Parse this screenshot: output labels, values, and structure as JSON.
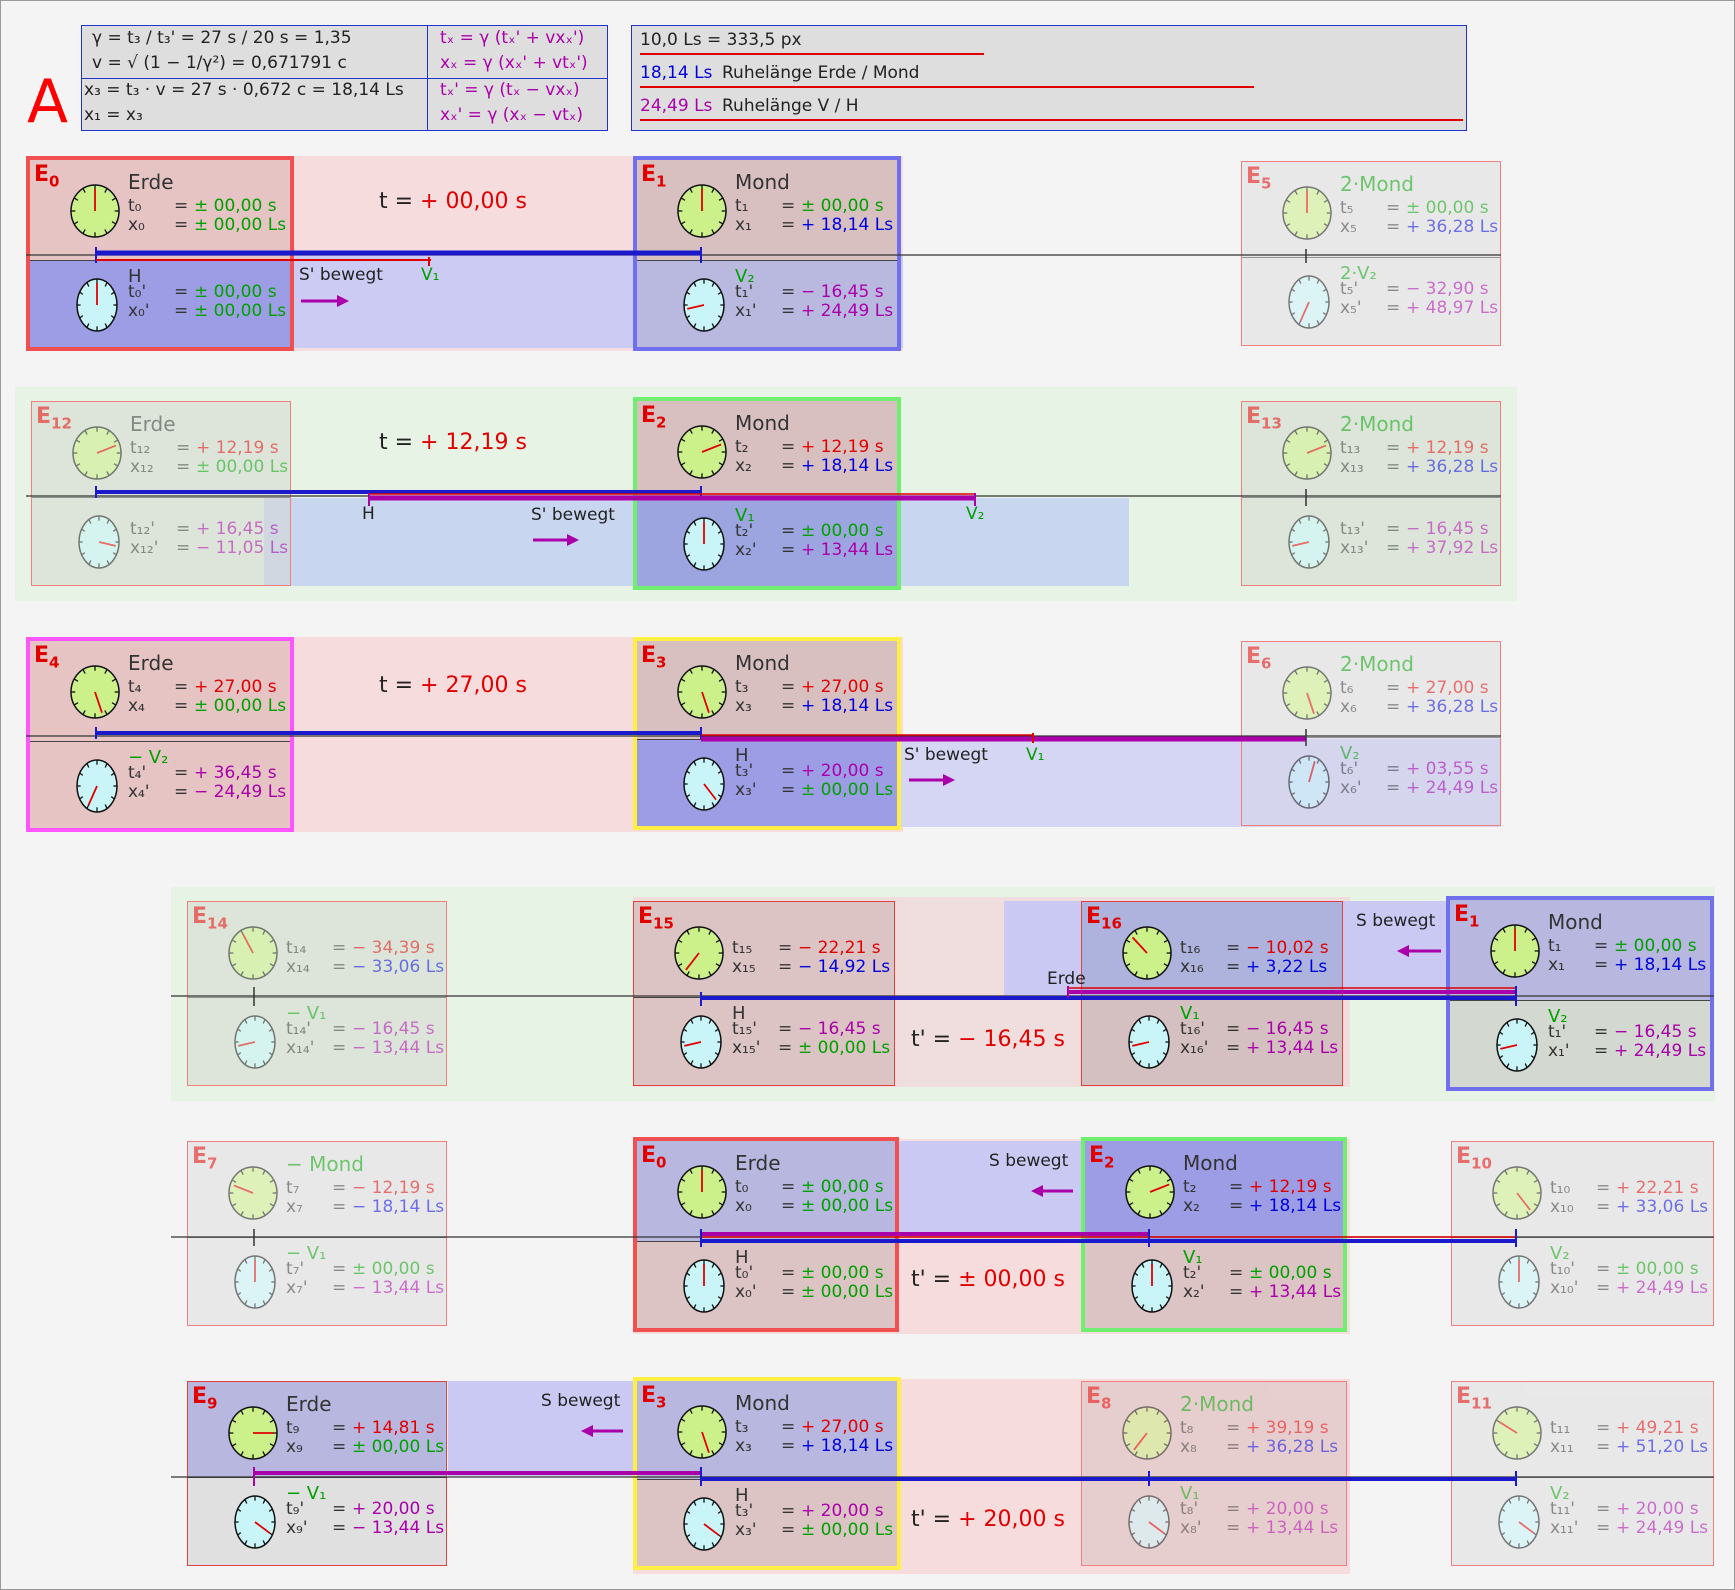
{
  "header": {
    "big_letter": "A",
    "formula_left": [
      "γ = t₃ / t₃' = 27 s / 20 s = 1,35",
      "v = √ (1 − 1/γ²) = 0,671791 c",
      "x₃ = t₃ · v = 27 s · 0,672 c = 18,14 Ls",
      "x₁ = x₃"
    ],
    "formula_right": [
      "tₓ = γ (tₓ' + vxₓ')",
      "xₓ = γ (xₓ' + vtₓ')",
      "tₓ' = γ (tₓ − vxₓ)",
      "xₓ' = γ (xₓ − vtₓ)"
    ],
    "scale": "10,0 Ls = 333,5 px",
    "rest1_val": "18,14 Ls",
    "rest1_lbl": "Ruhelänge Erde / Mond",
    "rest2_val": "24,49 Ls",
    "rest2_lbl": "Ruhelänge V / H"
  },
  "colors": {
    "red": "#e00000",
    "blue": "#0000dd",
    "purple": "#aa00aa",
    "green": "#00a000",
    "clock_top": "#ccf08a",
    "clock_bot": "#c9f5f8"
  },
  "sections": {
    "s1_time": [
      "t = ",
      "+ 00,00 s"
    ],
    "s2_time": [
      "t = ",
      "+ 12,19 s"
    ],
    "s3_time": [
      "t = ",
      "+ 27,00 s"
    ],
    "s4_time": [
      "t' = ",
      "− 16,45 s"
    ],
    "s5_time": [
      "t' = ",
      "± 00,00 s"
    ],
    "s6_time": [
      "t' = ",
      "+ 20,00 s"
    ],
    "s_bewegt": "S' bewegt",
    "s_bewegt_unprimed": "S bewegt",
    "label_v1": "V₁",
    "label_v2": "V₂",
    "label_h": "H",
    "label_erde": "Erde"
  },
  "events": [
    {
      "id": "e0a",
      "lbl": "E",
      "sub": "0",
      "title": "Erde",
      "top": [
        "t₀",
        "=",
        "± 00,00 s"
      ],
      "top2": [
        "x₀",
        "=",
        "± 00,00 Ls"
      ],
      "btitle": "H",
      "bot": [
        "t₀'",
        "=",
        "± 00,00 s"
      ],
      "bot2": [
        "x₀'",
        "=",
        "± 00,00 Ls"
      ]
    },
    {
      "id": "e1a",
      "lbl": "E",
      "sub": "1",
      "title": "Mond",
      "top": [
        "t₁",
        "=",
        "± 00,00 s"
      ],
      "top2": [
        "x₁",
        "=",
        "+ 18,14 Ls"
      ],
      "btitle": "V₂",
      "bot": [
        "t₁'",
        "=",
        "− 16,45 s"
      ],
      "bot2": [
        "x₁'",
        "=",
        "+ 24,49 Ls"
      ]
    },
    {
      "id": "e5",
      "lbl": "E",
      "sub": "5",
      "title": "2·Mond",
      "top": [
        "t₅",
        "=",
        "± 00,00 s"
      ],
      "top2": [
        "x₅",
        "=",
        "+ 36,28 Ls"
      ],
      "btitle": "2·V₂",
      "bot": [
        "t₅'",
        "=",
        "− 32,90 s"
      ],
      "bot2": [
        "x₅'",
        "=",
        "+ 48,97 Ls"
      ]
    },
    {
      "id": "e12",
      "lbl": "E",
      "sub": "12",
      "title": "Erde",
      "top": [
        "t₁₂",
        "=",
        "+ 12,19 s"
      ],
      "top2": [
        "x₁₂",
        "=",
        "± 00,00 Ls"
      ],
      "btitle": "",
      "bot": [
        "t₁₂'",
        "=",
        "+ 16,45 s"
      ],
      "bot2": [
        "x₁₂'",
        "=",
        "− 11,05 Ls"
      ]
    },
    {
      "id": "e2a",
      "lbl": "E",
      "sub": "2",
      "title": "Mond",
      "top": [
        "t₂",
        "=",
        "+ 12,19 s"
      ],
      "top2": [
        "x₂",
        "=",
        "+ 18,14 Ls"
      ],
      "btitle": "V₁",
      "bot": [
        "t₂'",
        "=",
        "± 00,00 s"
      ],
      "bot2": [
        "x₂'",
        "=",
        "+ 13,44 Ls"
      ]
    },
    {
      "id": "e13",
      "lbl": "E",
      "sub": "13",
      "title": "2·Mond",
      "top": [
        "t₁₃",
        "=",
        "+ 12,19 s"
      ],
      "top2": [
        "x₁₃",
        "=",
        "+ 36,28 Ls"
      ],
      "btitle": "",
      "bot": [
        "t₁₃'",
        "=",
        "− 16,45 s"
      ],
      "bot2": [
        "x₁₃'",
        "=",
        "+ 37,92 Ls"
      ]
    },
    {
      "id": "e4",
      "lbl": "E",
      "sub": "4",
      "title": "Erde",
      "top": [
        "t₄",
        "=",
        "+ 27,00 s"
      ],
      "top2": [
        "x₄",
        "=",
        "± 00,00 Ls"
      ],
      "btitle": "−  V₂",
      "bot": [
        "t₄'",
        "=",
        "+ 36,45 s"
      ],
      "bot2": [
        "x₄'",
        "=",
        "− 24,49 Ls"
      ]
    },
    {
      "id": "e3a",
      "lbl": "E",
      "sub": "3",
      "title": "Mond",
      "top": [
        "t₃",
        "=",
        "+ 27,00 s"
      ],
      "top2": [
        "x₃",
        "=",
        "+ 18,14 Ls"
      ],
      "btitle": "H",
      "bot": [
        "t₃'",
        "=",
        "+ 20,00 s"
      ],
      "bot2": [
        "x₃'",
        "=",
        "± 00,00 Ls"
      ]
    },
    {
      "id": "e6",
      "lbl": "E",
      "sub": "6",
      "title": "2·Mond",
      "top": [
        "t₆",
        "=",
        "+ 27,00 s"
      ],
      "top2": [
        "x₆",
        "=",
        "+ 36,28 Ls"
      ],
      "btitle": "V₂",
      "bot": [
        "t₆'",
        "=",
        "+ 03,55 s"
      ],
      "bot2": [
        "x₆'",
        "=",
        "+ 24,49 Ls"
      ]
    },
    {
      "id": "e14",
      "lbl": "E",
      "sub": "14",
      "title": "",
      "top": [
        "t₁₄",
        "=",
        "− 34,39 s"
      ],
      "top2": [
        "x₁₄",
        "=",
        "− 33,06 Ls"
      ],
      "btitle": "− V₁",
      "bot": [
        "t₁₄'",
        "=",
        "− 16,45 s"
      ],
      "bot2": [
        "x₁₄'",
        "=",
        "− 13,44 Ls"
      ]
    },
    {
      "id": "e15",
      "lbl": "E",
      "sub": "15",
      "title": "",
      "top": [
        "t₁₅",
        "=",
        "− 22,21 s"
      ],
      "top2": [
        "x₁₅",
        "=",
        "− 14,92 Ls"
      ],
      "btitle": "H",
      "bot": [
        "t₁₅'",
        "=",
        "− 16,45 s"
      ],
      "bot2": [
        "x₁₅'",
        "=",
        "± 00,00 Ls"
      ]
    },
    {
      "id": "e16",
      "lbl": "E",
      "sub": "16",
      "title": "",
      "top": [
        "t₁₆",
        "=",
        "− 10,02 s"
      ],
      "top2": [
        "x₁₆",
        "=",
        "+   3,22 Ls"
      ],
      "btitle": "V₁",
      "bot": [
        "t₁₆'",
        "=",
        "− 16,45 s"
      ],
      "bot2": [
        "x₁₆'",
        "=",
        "+ 13,44 Ls"
      ]
    },
    {
      "id": "e1b",
      "lbl": "E",
      "sub": "1",
      "title": "Mond",
      "top": [
        "t₁",
        "=",
        "± 00,00 s"
      ],
      "top2": [
        "x₁",
        "=",
        "+ 18,14 Ls"
      ],
      "btitle": "V₂",
      "bot": [
        "t₁'",
        "=",
        "− 16,45 s"
      ],
      "bot2": [
        "x₁'",
        "=",
        "+ 24,49 Ls"
      ]
    },
    {
      "id": "e7",
      "lbl": "E",
      "sub": "7",
      "title": "− Mond",
      "top": [
        "t₇",
        "=",
        "− 12,19 s"
      ],
      "top2": [
        "x₇",
        "=",
        "− 18,14 Ls"
      ],
      "btitle": "− V₁",
      "bot": [
        "t₇'",
        "=",
        "± 00,00 s"
      ],
      "bot2": [
        "x₇'",
        "=",
        "− 13,44 Ls"
      ]
    },
    {
      "id": "e0b",
      "lbl": "E",
      "sub": "0",
      "title": "Erde",
      "top": [
        "t₀",
        "=",
        "± 00,00 s"
      ],
      "top2": [
        "x₀",
        "=",
        "± 00,00 Ls"
      ],
      "btitle": "H",
      "bot": [
        "t₀'",
        "=",
        "± 00,00 s"
      ],
      "bot2": [
        "x₀'",
        "=",
        "± 00,00 Ls"
      ]
    },
    {
      "id": "e2b",
      "lbl": "E",
      "sub": "2",
      "title": "Mond",
      "top": [
        "t₂",
        "=",
        "+ 12,19 s"
      ],
      "top2": [
        "x₂",
        "=",
        "+ 18,14 Ls"
      ],
      "btitle": "V₁",
      "bot": [
        "t₂'",
        "=",
        "± 00,00 s"
      ],
      "bot2": [
        "x₂'",
        "=",
        "+ 13,44 Ls"
      ]
    },
    {
      "id": "e10",
      "lbl": "E",
      "sub": "10",
      "title": "",
      "top": [
        "t₁₀",
        "=",
        "+ 22,21 s"
      ],
      "top2": [
        "x₁₀",
        "=",
        "+ 33,06 Ls"
      ],
      "btitle": "V₂",
      "bot": [
        "t₁₀'",
        "=",
        "± 00,00 s"
      ],
      "bot2": [
        "x₁₀'",
        "=",
        "+ 24,49 Ls"
      ]
    },
    {
      "id": "e9",
      "lbl": "E",
      "sub": "9",
      "title": "Erde",
      "top": [
        "t₉",
        "=",
        "+ 14,81 s"
      ],
      "top2": [
        "x₉",
        "=",
        "± 00,00 Ls"
      ],
      "btitle": "− V₁",
      "bot": [
        "t₉'",
        "=",
        "+ 20,00 s"
      ],
      "bot2": [
        "x₉'",
        "=",
        "− 13,44 Ls"
      ]
    },
    {
      "id": "e3b",
      "lbl": "E",
      "sub": "3",
      "title": "Mond",
      "top": [
        "t₃",
        "=",
        "+ 27,00 s"
      ],
      "top2": [
        "x₃",
        "=",
        "+ 18,14 Ls"
      ],
      "btitle": "H",
      "bot": [
        "t₃'",
        "=",
        "+ 20,00 s"
      ],
      "bot2": [
        "x₃'",
        "=",
        "± 00,00 Ls"
      ]
    },
    {
      "id": "e8",
      "lbl": "E",
      "sub": "8",
      "title": "2·Mond",
      "top": [
        "t₈",
        "=",
        "+ 39,19 s"
      ],
      "top2": [
        "x₈",
        "=",
        "+ 36,28 Ls"
      ],
      "btitle": "V₁",
      "bot": [
        "t₈'",
        "=",
        "+ 20,00 s"
      ],
      "bot2": [
        "x₈'",
        "=",
        "+ 13,44 Ls"
      ]
    },
    {
      "id": "e11",
      "lbl": "E",
      "sub": "11",
      "title": "",
      "top": [
        "t₁₁",
        "=",
        "+ 49,21 s"
      ],
      "top2": [
        "x₁₁",
        "=",
        "+ 51,20 Ls"
      ],
      "btitle": "V₂",
      "bot": [
        "t₁₁'",
        "=",
        "+ 20,00 s"
      ],
      "bot2": [
        "x₁₁'",
        "=",
        "+ 24,49 Ls"
      ]
    }
  ]
}
